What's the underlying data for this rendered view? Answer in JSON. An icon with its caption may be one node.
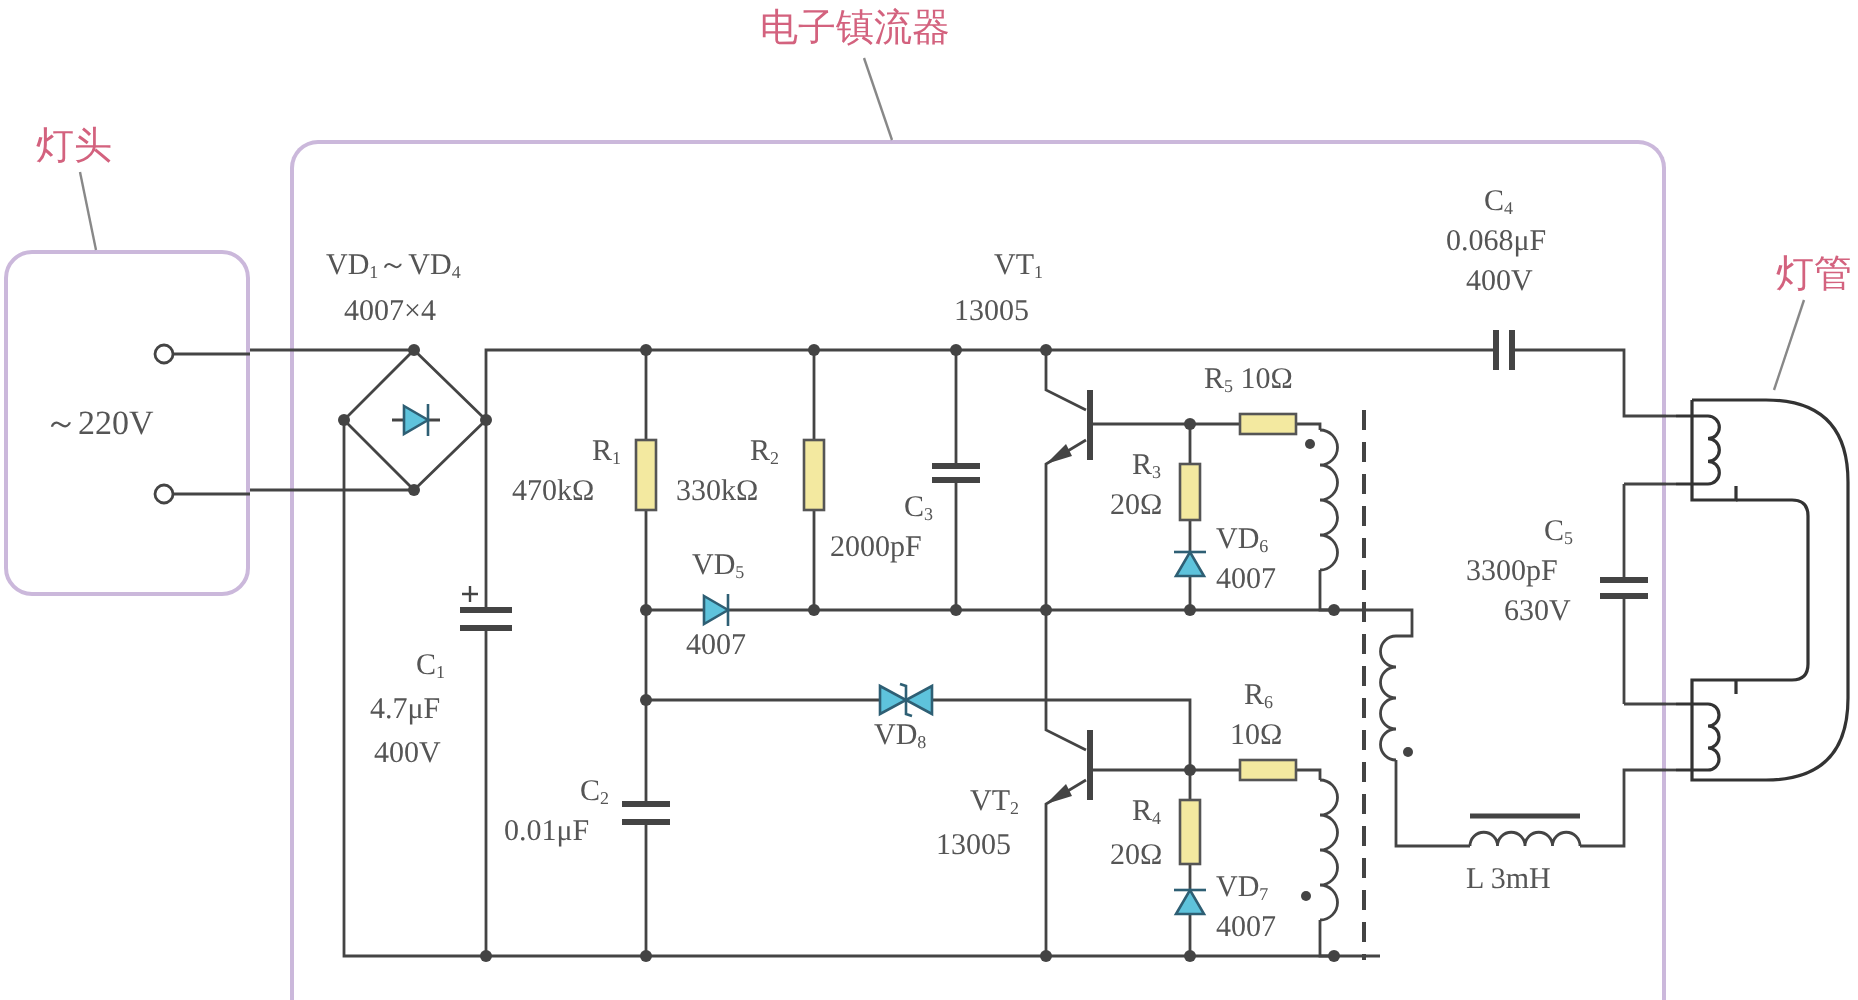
{
  "diagram": {
    "nodes": [
      {
        "text": [
          "灯头"
        ]
      },
      {
        "text": [
          "～220V"
        ]
      },
      {
        "text": [
          "电子镇流器"
        ]
      },
      {
        "text": [],
        "shape": "box"
      },
      {
        "text": [
          "灯管"
        ]
      },
      {
        "text": [],
        "shape": "picture"
      }
    ],
    "edges": [
      {
        "from": 0,
        "to": 1,
        "arrow": "none",
        "color": "#888888"
      },
      {
        "from": 2,
        "to": 3,
        "arrow": "none",
        "color": "#888888"
      },
      {
        "from": 4,
        "to": 5,
        "arrow": "none",
        "color": "#888888"
      },
      {
        "from": 1,
        "to": 3,
        "arrow": "none"
      },
      {
        "from": 1,
        "to": 3,
        "arrow": "none"
      },
      {
        "from": 3,
        "to": 5,
        "arrow": "none"
      },
      {
        "from": 3,
        "to": 5,
        "arrow": "none"
      },
      {
        "from": 3,
        "to": 5,
        "arrow": "none"
      },
      {
        "from": 3,
        "to": 5,
        "arrow": "none"
      }
    ],
    "labels": [
      "VD$_{1}$～VD$_{4}$",
      "4007×4",
      "VT$_{1}$",
      "13005",
      "C$_{4}$",
      "0.068μF",
      "400V",
      "R$_{5}$ 10Ω",
      "R$_{1}$",
      "470kΩ",
      "R$_{2}$",
      "330kΩ",
      "C$_{3}$",
      "2000pF",
      "R$_{3}$",
      "20Ω",
      "VD$_{6}$",
      "4007",
      "C$_{5}$",
      "3300pF",
      "630V",
      "VD$_{5}$",
      "4007",
      "C$_{1}$",
      "4.7μF",
      "400V",
      "VD$_{8}$",
      "R$_{6}$",
      "10Ω",
      "C$_{2}$",
      "0.01μF",
      "VT$_{2}$",
      "13005",
      "R$_{4}$",
      "20Ω",
      "VD$_{7}$",
      "4007",
      "L 3mH"
    ]
  }
}
